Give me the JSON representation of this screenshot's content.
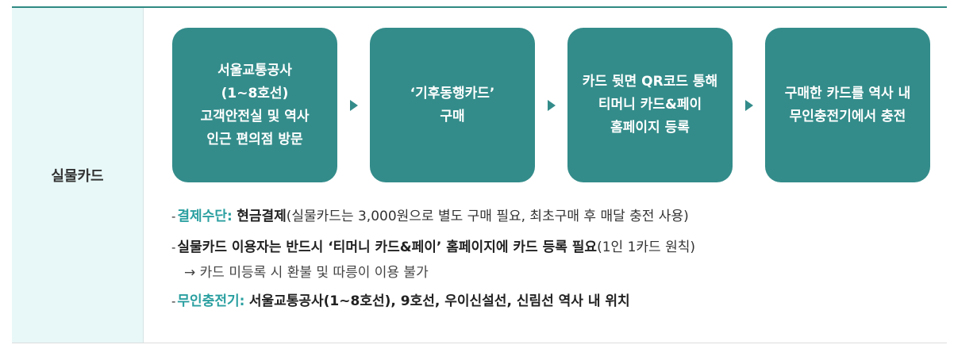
{
  "section_label": "실물카드",
  "steps": [
    {
      "lines": [
        "서울교통공사",
        "(1~8호선)",
        "고객안전실 및 역사",
        "인근 편의점 방문"
      ]
    },
    {
      "lines": [
        "‘기후동행카드’",
        "구매"
      ]
    },
    {
      "lines": [
        "카드 뒷면 QR코드 통해",
        "티머니 카드&페이",
        "홈페이지 등록"
      ]
    },
    {
      "lines": [
        "구매한 카드를 역사 내",
        "무인충전기에서 충전"
      ]
    }
  ],
  "notes": {
    "dash": "-",
    "payment": {
      "label": "결제수단:",
      "bold": "현금결제",
      "rest": "(실물카드는 3,000원으로 별도 구매 필요, 최초구매 후 매달 충전 사용)"
    },
    "registration": {
      "bold": "실물카드 이용자는 반드시 ‘티머니 카드&페이’ 홈페이지에 카드 등록 필요",
      "rest": "(1인 1카드 원칙)",
      "sub": "→ 카드 미등록 시 환불 및 따릉이 이용 불가"
    },
    "charger": {
      "label": "무인충전기:",
      "bold": "서울교통공사(1~8호선), 9호선, 우이신설선, 신림선 역사 내 위치"
    }
  },
  "colors": {
    "step_bg": "#338c8a",
    "accent_text": "#2a9fa0",
    "label_bg": "#e8f8f8"
  }
}
